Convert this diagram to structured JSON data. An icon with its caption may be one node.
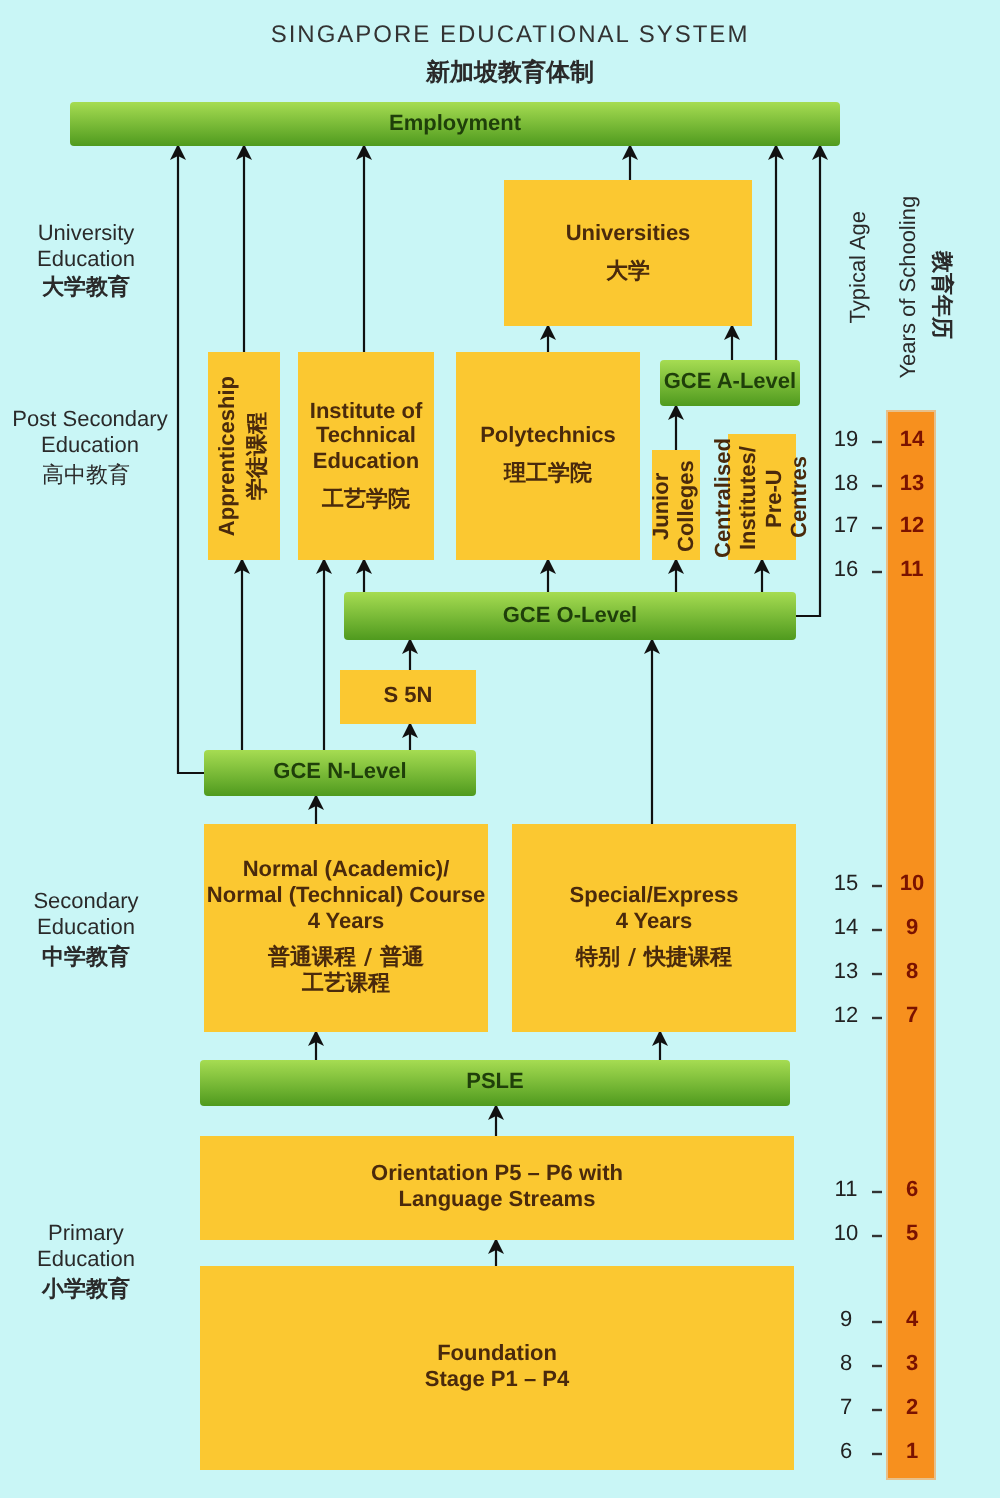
{
  "diagram": {
    "title": "SINGAPORE EDUCATIONAL SYSTEM",
    "nodes": [
      {
        "text": [
          "Employment"
        ]
      },
      {
        "text": [
          "Universities",
          "大学"
        ]
      },
      {
        "text": [
          "Apprenticeship",
          "学徒课程"
        ]
      },
      {
        "text": [
          "Institute of Technical Education",
          "工艺学院"
        ]
      },
      {
        "text": [
          "Polytechnics",
          "理工学院"
        ]
      },
      {
        "text": [
          "GCE A-Level"
        ]
      },
      {
        "text": [
          "Junior Colleges"
        ]
      },
      {
        "text": [
          "Centralised Institutes/ Pre-U Centres"
        ]
      },
      {
        "text": [
          "GCE O-Level"
        ]
      },
      {
        "text": [
          "S 5N"
        ]
      },
      {
        "text": [
          "GCE N-Level"
        ]
      },
      {
        "text": [
          "Normal (Academic)/ Normal (Technical) Course 4 Years",
          "普通课程 / 普通工艺课程"
        ]
      },
      {
        "text": [
          "Special/Express 4 Years",
          "特别 / 快捷课程"
        ]
      },
      {
        "text": [
          "PSLE"
        ]
      },
      {
        "text": [
          "Orientation P5 – P6 with Language Streams"
        ]
      },
      {
        "text": [
          "Foundation Stage P1 – P4"
        ]
      }
    ],
    "edges": [
      {
        "from": 15,
        "to": 14,
        "arrow": "to"
      },
      {
        "from": 14,
        "to": 13,
        "arrow": "to"
      },
      {
        "from": 13,
        "to": 11,
        "arrow": "to"
      },
      {
        "from": 13,
        "to": 12,
        "arrow": "to"
      },
      {
        "from": 11,
        "to": 10,
        "arrow": "to"
      },
      {
        "from": 10,
        "to": 9,
        "arrow": "to"
      },
      {
        "from": 9,
        "to": 8,
        "arrow": "to"
      },
      {
        "from": 12,
        "to": 8,
        "arrow": "to"
      },
      {
        "from": 10,
        "to": 2,
        "arrow": "to"
      },
      {
        "from": 10,
        "to": 3,
        "arrow": "to"
      },
      {
        "from": 10,
        "to": 0,
        "arrow": "to"
      },
      {
        "from": 8,
        "to": 3,
        "arrow": "to"
      },
      {
        "from": 8,
        "to": 4,
        "arrow": "to"
      },
      {
        "from": 8,
        "to": 6,
        "arrow": "to"
      },
      {
        "from": 8,
        "to": 7,
        "arrow": "to"
      },
      {
        "from": 8,
        "to": 0,
        "arrow": "to"
      },
      {
        "from": 6,
        "to": 5,
        "arrow": "to"
      },
      {
        "from": 5,
        "to": 1,
        "arrow": "to"
      },
      {
        "from": 5,
        "to": 0,
        "arrow": "to"
      },
      {
        "from": 4,
        "to": 1,
        "arrow": "to"
      },
      {
        "from": 1,
        "to": 0,
        "arrow": "to"
      },
      {
        "from": 2,
        "to": 0,
        "arrow": "to"
      },
      {
        "from": 3,
        "to": 0,
        "arrow": "to"
      }
    ],
    "labels": [
      "新加坡教育体制",
      "University Education",
      "大学教育",
      "Post Secondary Education",
      "高中教育",
      "Secondary Education",
      "中学教育",
      "Primary Education",
      "小学教育",
      "Typical Age",
      "Years of Schooling",
      "教育年历",
      "19",
      "14",
      "18",
      "13",
      "17",
      "12",
      "16",
      "11",
      "15",
      "10",
      "14",
      "9",
      "13",
      "8",
      "12",
      "7",
      "11",
      "6",
      "10",
      "5",
      "9",
      "4",
      "8",
      "3",
      "7",
      "2",
      "6",
      "1"
    ]
  }
}
